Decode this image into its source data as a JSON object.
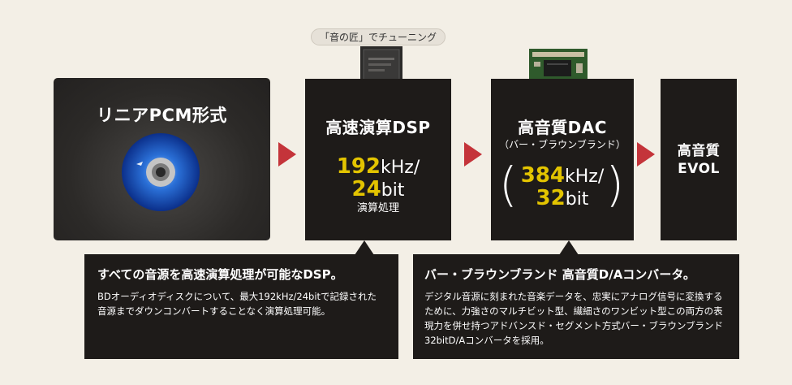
{
  "tuning_label": "「音の匠」でチューニング",
  "boxes": {
    "pcm": {
      "title": "リニアPCM形式"
    },
    "dsp": {
      "title": "高速演算DSP",
      "spec_num1": "192",
      "spec_unit1": "kHz/",
      "spec_num2": "24",
      "spec_unit2": "bit",
      "note": "演算処理"
    },
    "dac": {
      "title": "高音質DAC",
      "subtitle": "（バー・ブラウンブランド）",
      "spec_num1": "384",
      "spec_unit1": "kHz/",
      "spec_num2": "32",
      "spec_unit2": "bit"
    },
    "evol": {
      "title_line1": "高音質",
      "title_line2": "EVOL"
    }
  },
  "panels": {
    "left": {
      "heading": "すべての音源を高速演算処理が可能なDSP。",
      "body": "BDオーディオディスクについて、最大192kHz/24bitで記録された音源までダウンコンバートすることなく演算処理可能。"
    },
    "right": {
      "heading": "バー・ブラウンブランド 高音質D/Aコンバータ。",
      "body": "デジタル音源に刻まれた音楽データを、忠実にアナログ信号に変換するために、力強さのマルチビット型、繊細さのワンビット型この両方の表現力を併せ持つアドバンスド・セグメント方式バー・ブラウンブランド32bitD/Aコンバータを採用。"
    }
  },
  "colors": {
    "accent_yellow": "#e3c400",
    "arrow_red": "#c4343a",
    "box_dark": "#1e1b19",
    "background": "#f3efe6"
  },
  "icons": {
    "disc": "blu-ray-disc-icon",
    "chip_dsp": "dsp-chip-icon",
    "chip_dac": "dac-board-icon"
  }
}
